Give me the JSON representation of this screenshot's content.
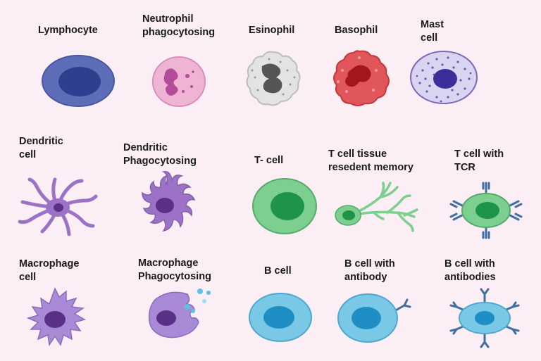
{
  "cells": [
    {
      "id": "lymphocyte",
      "label": "Lymphocyte"
    },
    {
      "id": "neutrophil-phagocytosing",
      "label": "Neutrophil\nphagocytosing"
    },
    {
      "id": "esinophil",
      "label": "Esinophil"
    },
    {
      "id": "basophil",
      "label": "Basophil"
    },
    {
      "id": "mast-cell",
      "label": "Mast\ncell"
    },
    {
      "id": "dendritic-cell",
      "label": "Dendritic\ncell"
    },
    {
      "id": "dendritic-phagocytosing",
      "label": "Dendritic\nPhagocytosing"
    },
    {
      "id": "t-cell",
      "label": "T- cell"
    },
    {
      "id": "t-cell-tissue-resident-memory",
      "label": "T cell tissue\nresedent memory"
    },
    {
      "id": "t-cell-with-tcr",
      "label": "T cell with\nTCR"
    },
    {
      "id": "macrophage-cell",
      "label": "Macrophage\ncell"
    },
    {
      "id": "macrophage-phagocytosing",
      "label": "Macrophage\nPhagocytosing"
    },
    {
      "id": "b-cell",
      "label": "B cell"
    },
    {
      "id": "b-cell-with-antibody",
      "label": "B cell with\nantibody"
    },
    {
      "id": "b-cell-with-antibodies",
      "label": "B cell with\nantibodies"
    }
  ],
  "colors": {
    "background": "#fbeef5",
    "lymphocyte": "#5d6db8",
    "neutrophil": "#efb3d4",
    "esinophil": "#e3e3e3",
    "basophil": "#e0565a",
    "mast": "#d9d4f0",
    "dendritic": "#9b72c6",
    "t_cell": "#7ccf8f",
    "macrophage": "#a98ad6",
    "b_cell": "#79c8e6"
  }
}
